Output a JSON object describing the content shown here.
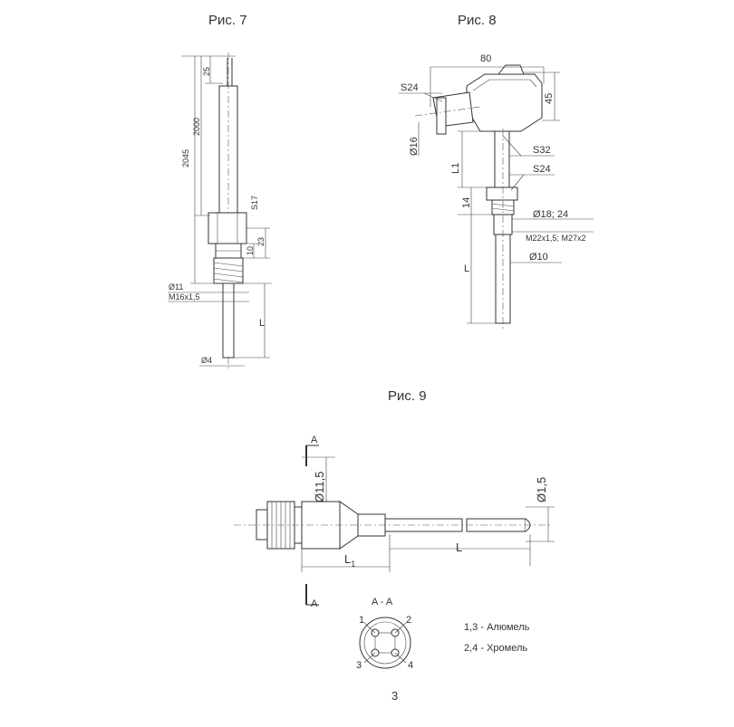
{
  "figures": {
    "fig7": {
      "caption": "Рис. 7",
      "dims": {
        "len_25": "25",
        "len_2000": "2000",
        "len_2045": "2045",
        "hex": "S17",
        "len_23": "23",
        "len_10": "10",
        "dia_11": "Ø11",
        "thread": "M16x1,5",
        "len_L": "L",
        "dia_4": "Ø4"
      }
    },
    "fig8": {
      "caption": "Рис. 8",
      "dims": {
        "len_80": "80",
        "len_45": "45",
        "hex_s24_top": "S24",
        "dia_16": "Ø16",
        "hex_s32": "S32",
        "len_L1": "L1",
        "hex_s24": "S24",
        "len_14": "14",
        "dia_18_24": "Ø18;  24",
        "thread": "M22x1,5;  M27x2",
        "len_L": "L",
        "dia_10": "Ø10"
      }
    },
    "fig9": {
      "caption": "Рис. 9",
      "dims": {
        "section_top": "A",
        "section_bottom": "A",
        "dia_11_5": "Ø11,5",
        "dia_1_5": "Ø1,5",
        "len_L1": "L",
        "len_L1_sub": "1",
        "len_L": "L"
      },
      "section_title": "A - A",
      "pins": [
        "1",
        "2",
        "3",
        "4"
      ],
      "legend": [
        "1,3 - Алюмель",
        "2,4 - Хромель"
      ]
    }
  },
  "page_number": "3"
}
